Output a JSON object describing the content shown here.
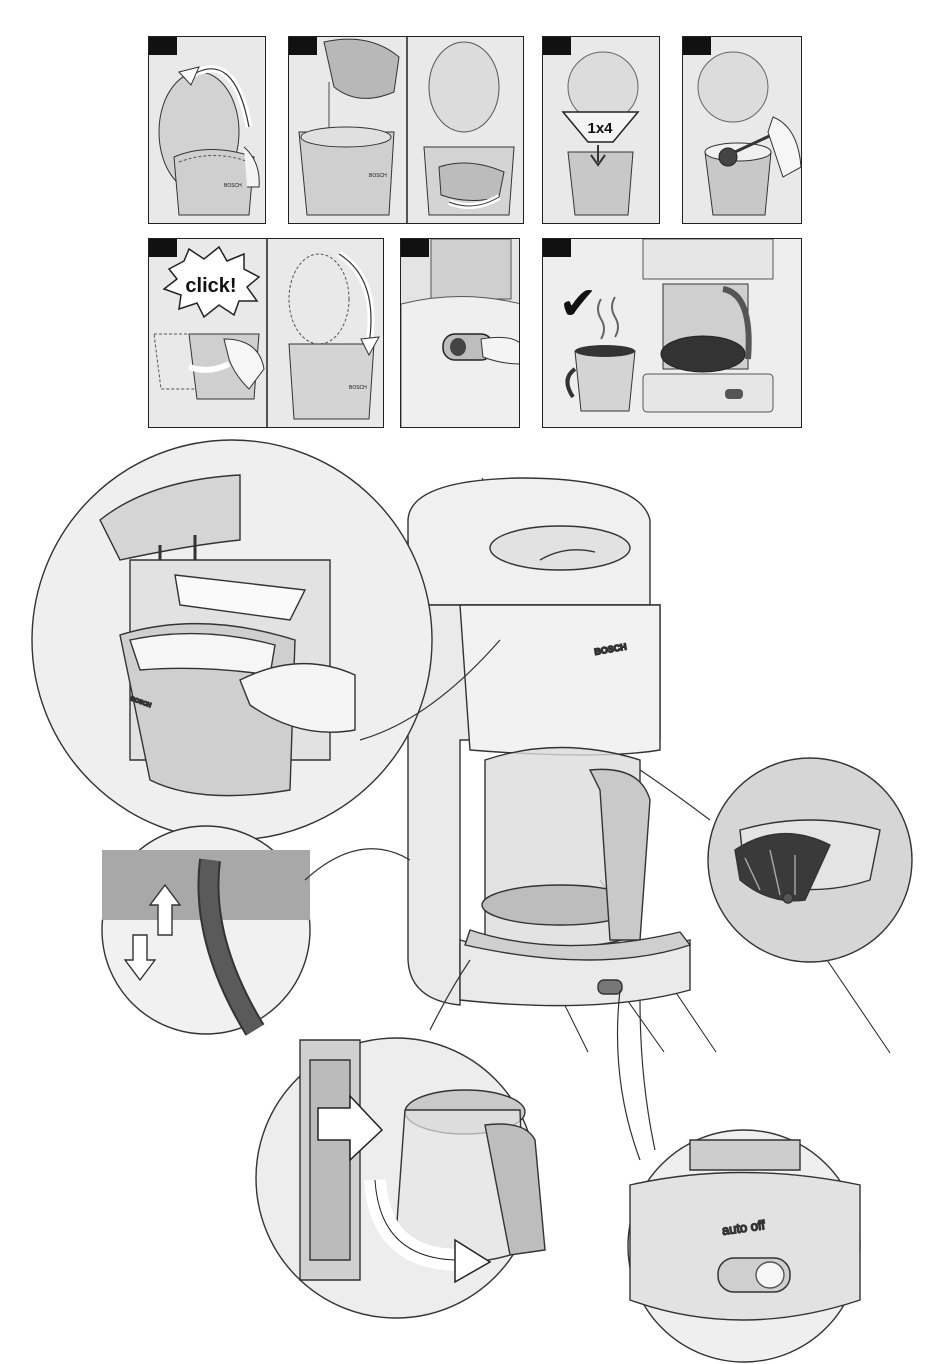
{
  "brand": "BOSCH",
  "steps": {
    "filter_label": "1x4",
    "click_label": "click!",
    "checkmark": "✔"
  },
  "callouts": {
    "auto_off_label": "auto off"
  },
  "colors": {
    "outline": "#222222",
    "light_gray": "#efefef",
    "mid_gray": "#bdbdbd",
    "dark_gray": "#4a4a4a",
    "badge": "#111111"
  },
  "icons": [
    "rotate-arrow-icon",
    "pour-water-icon",
    "filter-paper-icon",
    "coffee-spoon-icon",
    "click-burst-icon",
    "switch-press-icon",
    "checkmark-icon",
    "coffee-cup-icon",
    "up-down-arrow-icon",
    "insert-arrow-icon"
  ]
}
